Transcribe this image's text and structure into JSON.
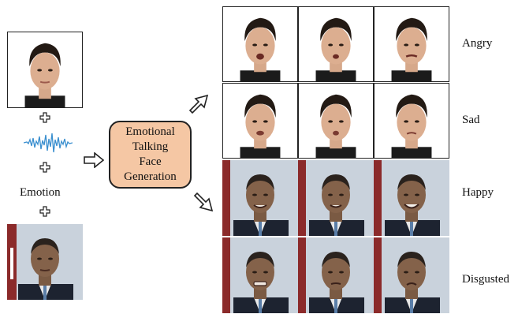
{
  "inputs": {
    "emotion_label": "Emotion"
  },
  "model_box": {
    "lines": [
      "Emotional",
      "Talking",
      "Face",
      "Generation"
    ]
  },
  "rows": [
    {
      "label": "Angry",
      "subject": "a"
    },
    {
      "label": "Sad",
      "subject": "a"
    },
    {
      "label": "Happy",
      "subject": "b"
    },
    {
      "label": "Disgusted",
      "subject": "b"
    }
  ],
  "colors": {
    "box_fill": "#f5c7a4",
    "waveform": "#3a8fcf",
    "plus_fill": "#ffffff",
    "outline": "#222222"
  }
}
